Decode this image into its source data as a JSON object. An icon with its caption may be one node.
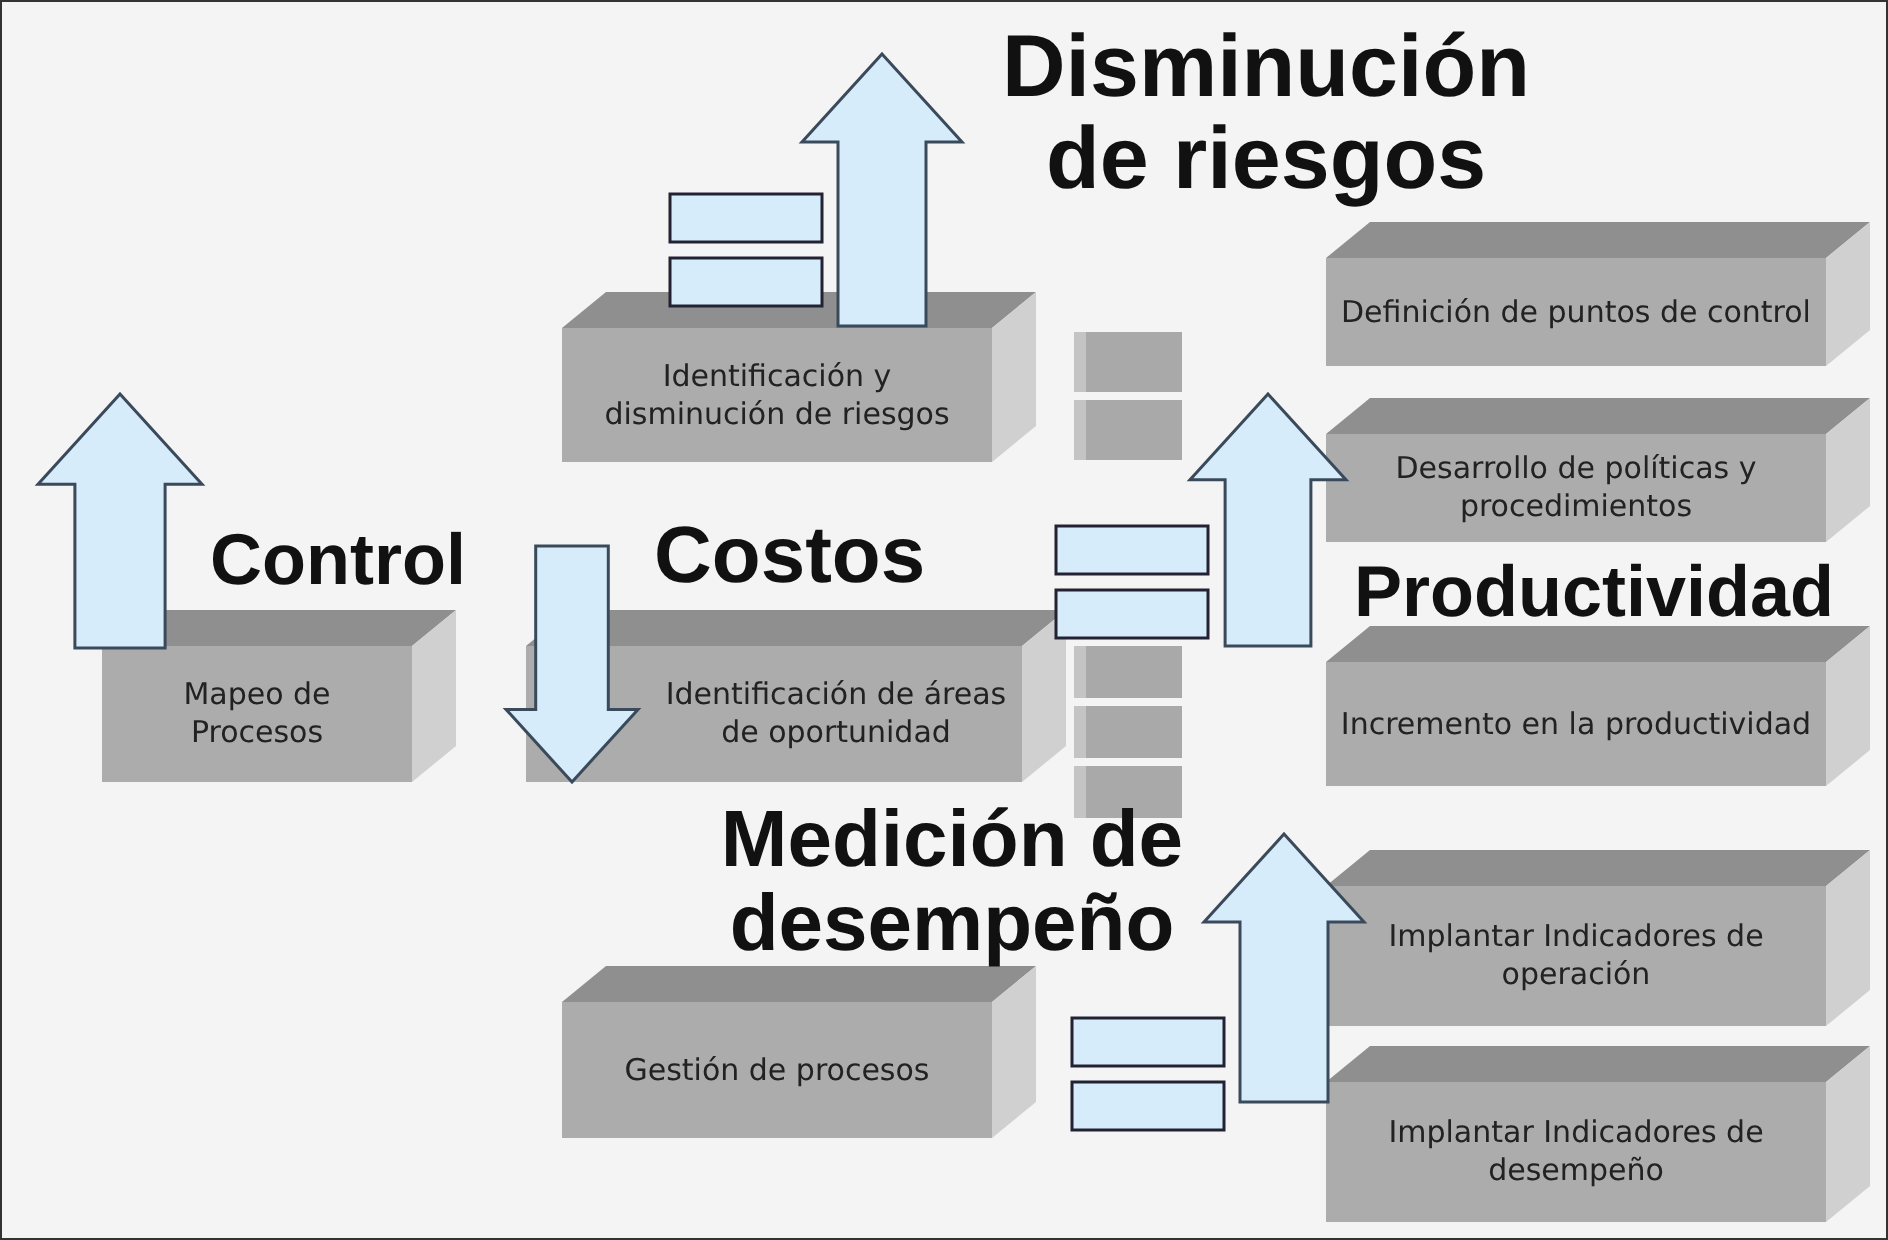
{
  "diagram": {
    "nodes": [
      {
        "text": [
          "Identificación y disminución de riesgos"
        ]
      },
      {
        "text": [],
        "shape": "box"
      },
      {
        "text": [],
        "shape": "box"
      },
      {
        "text": [
          "Definición de puntos de control"
        ]
      },
      {
        "text": [
          "Desarrollo de políticas y procedimientos"
        ]
      },
      {
        "text": [
          "Mapeo de Procesos"
        ]
      },
      {
        "text": [
          "Identificación de áreas de oportunidad"
        ]
      },
      {
        "text": [],
        "shape": "box"
      },
      {
        "text": [],
        "shape": "box"
      },
      {
        "text": [],
        "shape": "box"
      },
      {
        "text": [
          "Incremento en la productividad"
        ]
      },
      {
        "text": [
          "Implantar Indicadores de operación"
        ]
      },
      {
        "text": [
          "Gestión de procesos"
        ]
      },
      {
        "text": [
          "Implantar Indicadores de desempeño"
        ]
      }
    ],
    "edges": [],
    "labels": [
      "Disminución de riesgos",
      "Control",
      "Costos",
      "Productividad",
      "Medición de desempeño"
    ]
  }
}
